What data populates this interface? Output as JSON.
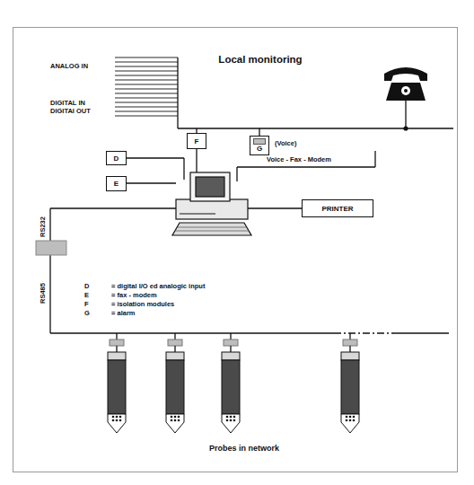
{
  "diagram": {
    "title": "Local monitoring",
    "nodes": [
      {
        "text": [
          "F"
        ]
      },
      {
        "text": [
          "G"
        ]
      },
      {
        "text": [
          "D"
        ]
      },
      {
        "text": [
          "E"
        ]
      },
      {
        "text": [
          "PRINTER"
        ]
      }
    ],
    "labels": [
      "ANALOG IN",
      "DIGITAL IN",
      "DIGITAI OUT",
      "(Voice)",
      "Voice - Fax - Modem",
      "RS232",
      "RS485",
      "D",
      "= digital I/O ed analogic input",
      "E",
      "= fax - modem",
      "F",
      "= isolation modules",
      "G",
      "= alarm",
      "Probes in network"
    ]
  }
}
